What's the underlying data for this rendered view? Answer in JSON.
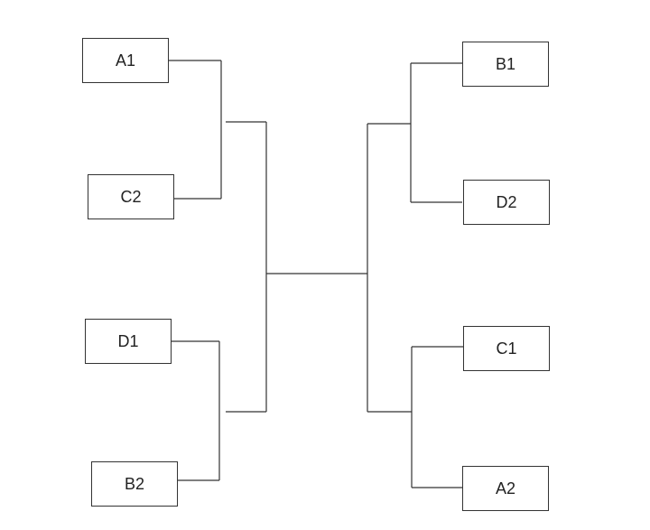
{
  "bracket": {
    "left": {
      "teams": [
        "A1",
        "C2",
        "D1",
        "B2"
      ]
    },
    "right": {
      "teams": [
        "B1",
        "D2",
        "C1",
        "A2"
      ]
    }
  }
}
